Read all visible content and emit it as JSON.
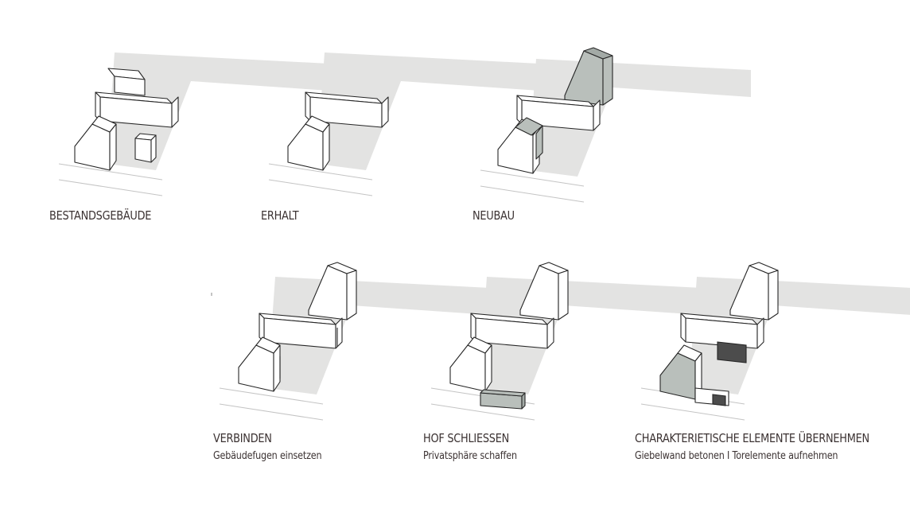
{
  "panels": [
    {
      "title": "BESTANDSGEBÄUDE",
      "subtitle": ""
    },
    {
      "title": "ERHALT",
      "subtitle": ""
    },
    {
      "title": "NEUBAU",
      "subtitle": ""
    },
    {
      "title": "VERBINDEN",
      "subtitle": "Gebäudefugen einsetzen"
    },
    {
      "title": "HOF SCHLIESSEN",
      "subtitle": "Privatsphäre schaffen"
    },
    {
      "title": "CHARAKTERIETISCHE ELEMENTE ÜBERNEHMEN",
      "subtitle": "Giebelwand betonen  I  Torelemente aufnehmen"
    }
  ],
  "colors": {
    "shadow": "#e3e3e2",
    "new_building": "#b9bfbb",
    "gate": "#4c4c4c",
    "text": "#3b3232"
  }
}
